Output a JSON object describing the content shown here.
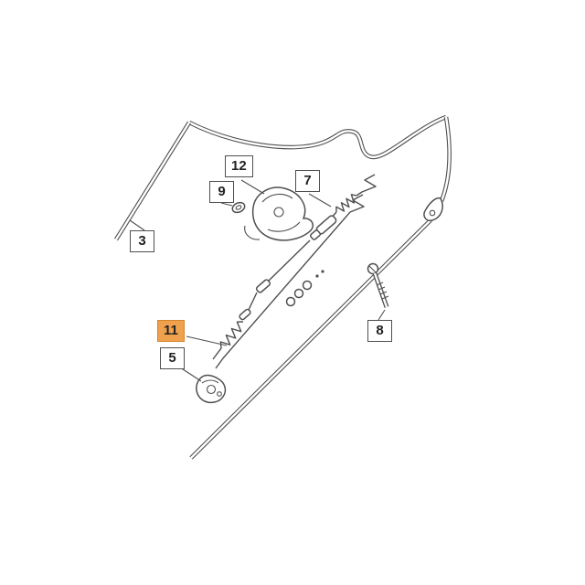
{
  "diagram": {
    "type": "exploded-parts-diagram",
    "colors": {
      "line": "#4f4f4f",
      "highlight": "#efa14d",
      "highlight_border": "#d2862c",
      "label_bg": "#ffffff",
      "label_text": "#222222"
    },
    "callouts": [
      {
        "label": "12",
        "highlighted": false
      },
      {
        "label": "9",
        "highlighted": false
      },
      {
        "label": "7",
        "highlighted": false
      },
      {
        "label": "3",
        "highlighted": false
      },
      {
        "label": "11",
        "highlighted": true
      },
      {
        "label": "5",
        "highlighted": false
      },
      {
        "label": "8",
        "highlighted": false
      }
    ]
  }
}
